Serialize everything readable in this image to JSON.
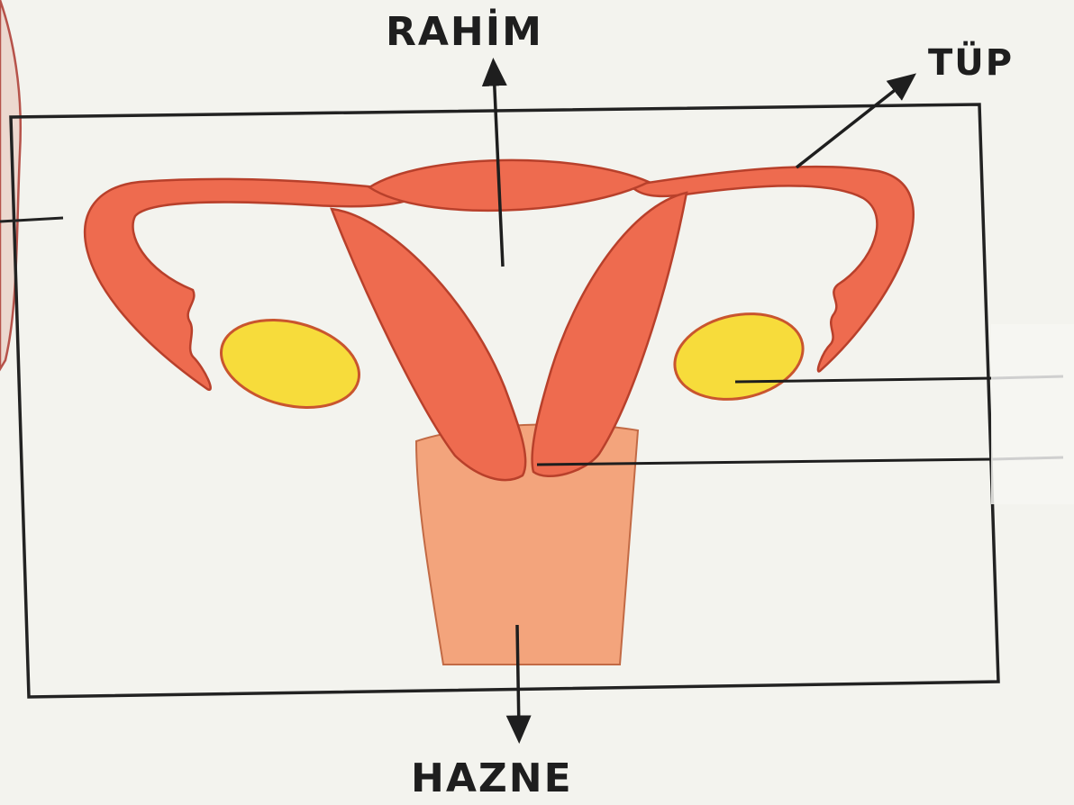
{
  "labels": {
    "uterus": "RAHİM",
    "tube": "TÜP",
    "vagina": "HAZNE"
  },
  "colors": {
    "organ_fill": "#ee6b4f",
    "organ_outline": "#b8402b",
    "ovary_fill": "#f7dc3b",
    "ovary_outline": "#c9552e",
    "vagina_fill": "#f3a47c",
    "frame": "#222222",
    "background": "#f3f3ee"
  }
}
